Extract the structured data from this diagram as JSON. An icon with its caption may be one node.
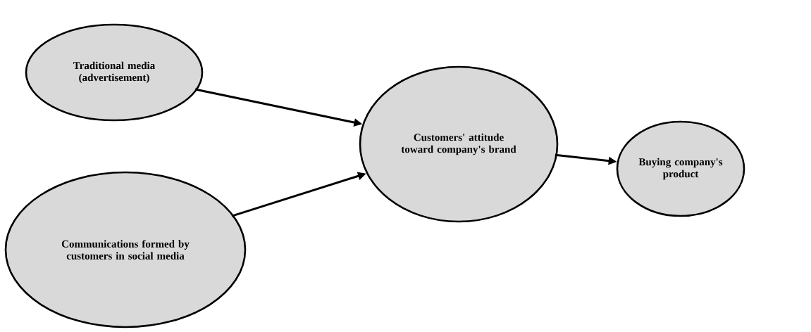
{
  "diagram": {
    "nodes": [
      {
        "text": [
          "Traditional media (advertisement)"
        ]
      },
      {
        "text": [
          "Communications formed by customers in social media"
        ]
      },
      {
        "text": [
          "Customers' attitude toward company's brand"
        ]
      },
      {
        "text": [
          "Buying company's product"
        ]
      }
    ],
    "edges": [
      {
        "from": 0,
        "to": 2,
        "arrow": "to"
      },
      {
        "from": 1,
        "to": 2,
        "arrow": "to"
      },
      {
        "from": 2,
        "to": 3,
        "arrow": "to"
      }
    ]
  }
}
